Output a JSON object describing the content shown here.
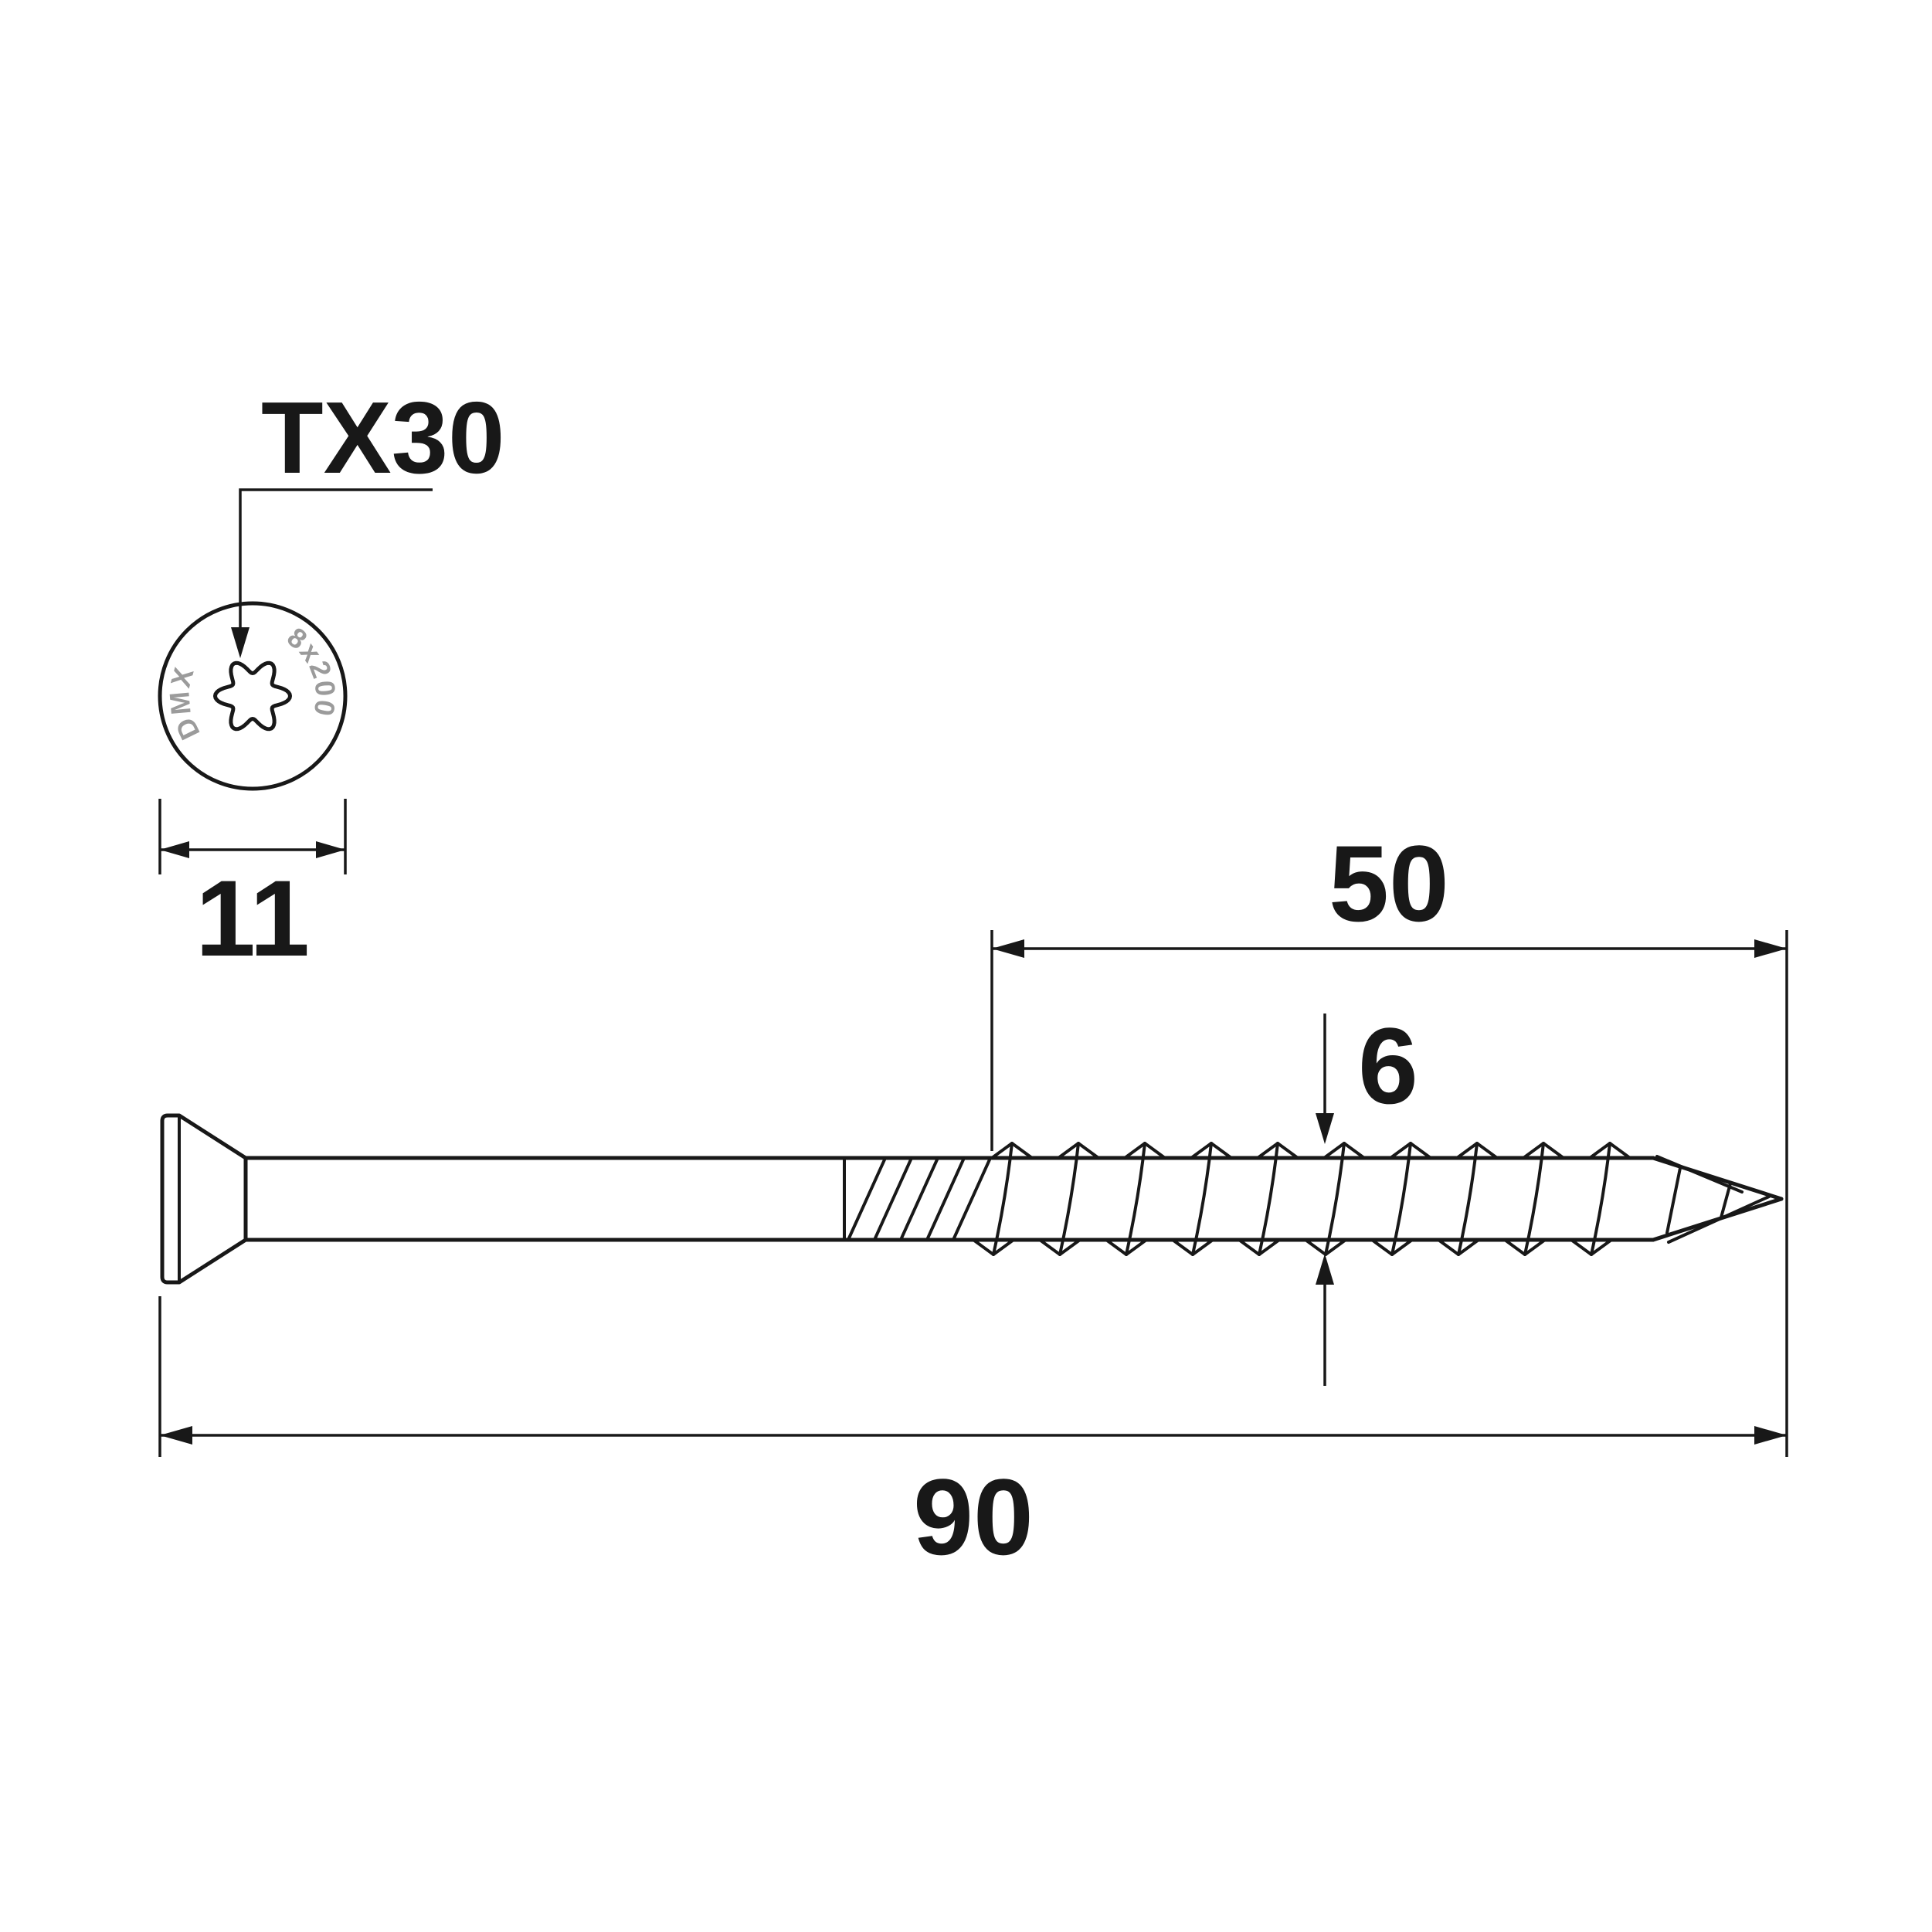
{
  "labels": {
    "drive": "TX30"
  },
  "head": {
    "marking_left": "DMX",
    "marking_right": "8x200"
  },
  "dims": {
    "head_diameter": "11",
    "thread_length": "50",
    "thread_diameter": "6",
    "total_length": "90"
  },
  "colors": {
    "line": "#181818",
    "marking": "#9b9b9b",
    "background": "#ffffff"
  }
}
